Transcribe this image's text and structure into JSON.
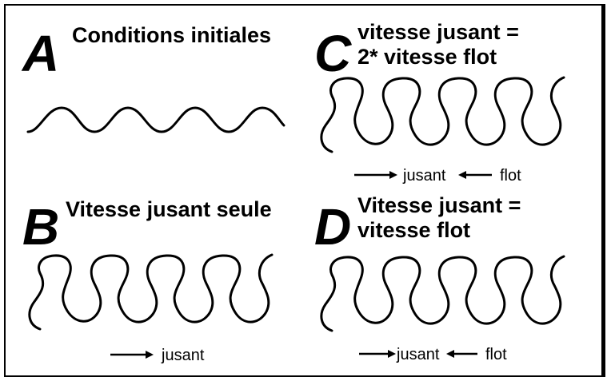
{
  "panels": {
    "a": {
      "letter": "A",
      "title_lines": [
        "Conditions initiales"
      ],
      "arrows": []
    },
    "b": {
      "letter": "B",
      "title_lines": [
        "Vitesse jusant seule"
      ],
      "arrows": [
        {
          "label": "jusant",
          "direction": "right"
        }
      ]
    },
    "c": {
      "letter": "C",
      "title_lines": [
        "vitesse jusant =",
        "2* vitesse flot"
      ],
      "arrows": [
        {
          "label": "jusant",
          "direction": "right"
        },
        {
          "label": "flot",
          "direction": "left"
        }
      ]
    },
    "d": {
      "letter": "D",
      "title_lines": [
        "Vitesse jusant =",
        "vitesse flot"
      ],
      "arrows": [
        {
          "label": "jusant",
          "direction": "right"
        },
        {
          "label": "flot",
          "direction": "left"
        }
      ]
    }
  },
  "colors": {
    "line": "#000000",
    "background": "#ffffff"
  }
}
